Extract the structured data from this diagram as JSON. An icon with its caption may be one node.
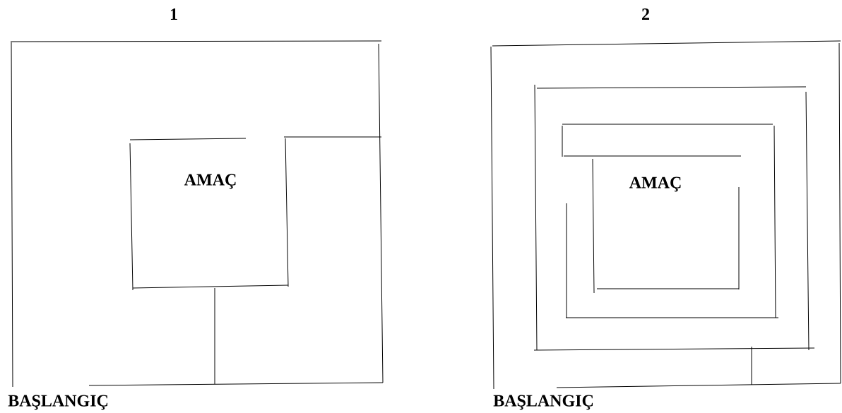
{
  "diagram": {
    "labels": [
      "1",
      "2",
      "AMAÇ",
      "AMAÇ",
      "BAŞLANGIÇ",
      "BAŞLANGIÇ"
    ]
  }
}
